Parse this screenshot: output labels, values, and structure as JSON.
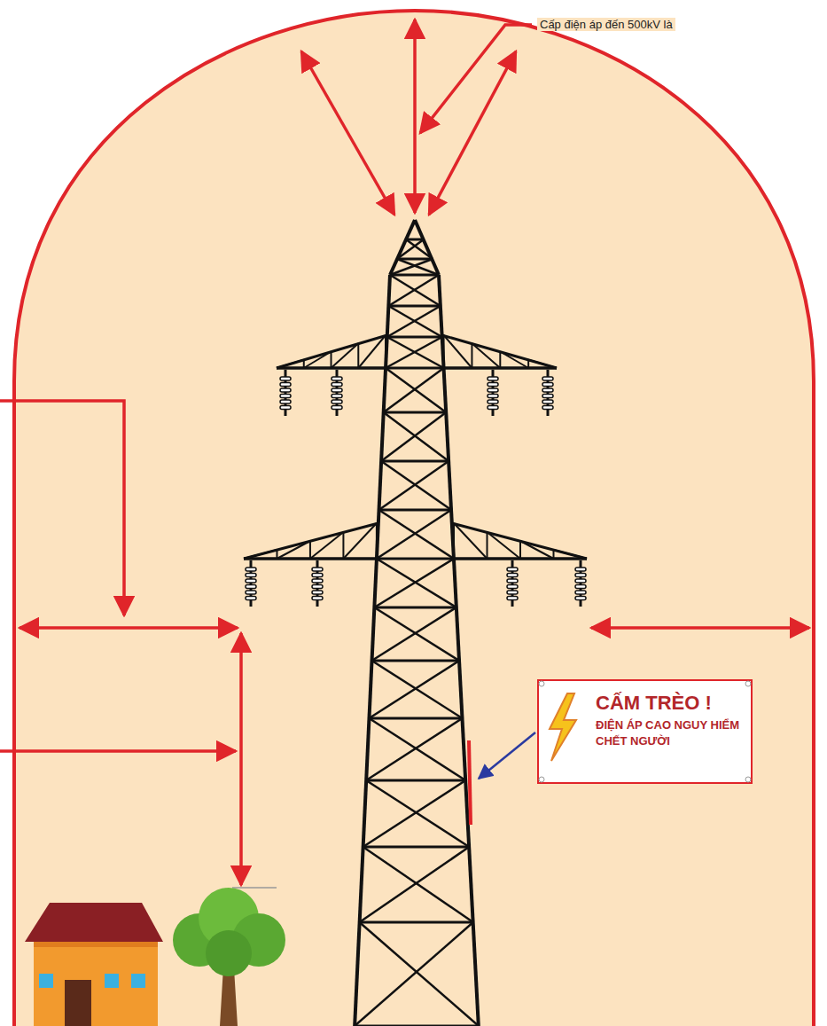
{
  "diagram": {
    "nodes": [
      {
        "text": [
          "CẤM TRÈO !",
          "ĐIỆN ÁP CAO NGUY HIỂM CHẾT NGƯỜI"
        ]
      }
    ],
    "labels": [
      "Cấp điện áp đến 500kV là"
    ]
  }
}
